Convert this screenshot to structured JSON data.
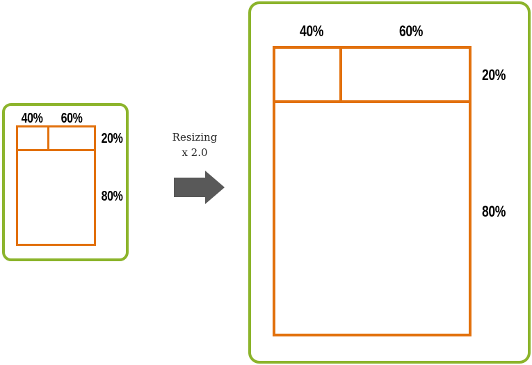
{
  "colors": {
    "frame_green": "#8CB42C",
    "grid_orange": "#E2710D",
    "arrow_gray": "#595959",
    "label_black": "#000000"
  },
  "arrow": {
    "icon": "right-block-arrow",
    "label_line1": "Resizing",
    "label_line2": "x 2.0"
  },
  "before_frame": {
    "column_labels": [
      "40%",
      "60%"
    ],
    "row_labels": [
      "20%",
      "80%"
    ]
  },
  "after_frame": {
    "column_labels": [
      "40%",
      "60%"
    ],
    "row_labels": [
      "20%",
      "80%"
    ]
  }
}
